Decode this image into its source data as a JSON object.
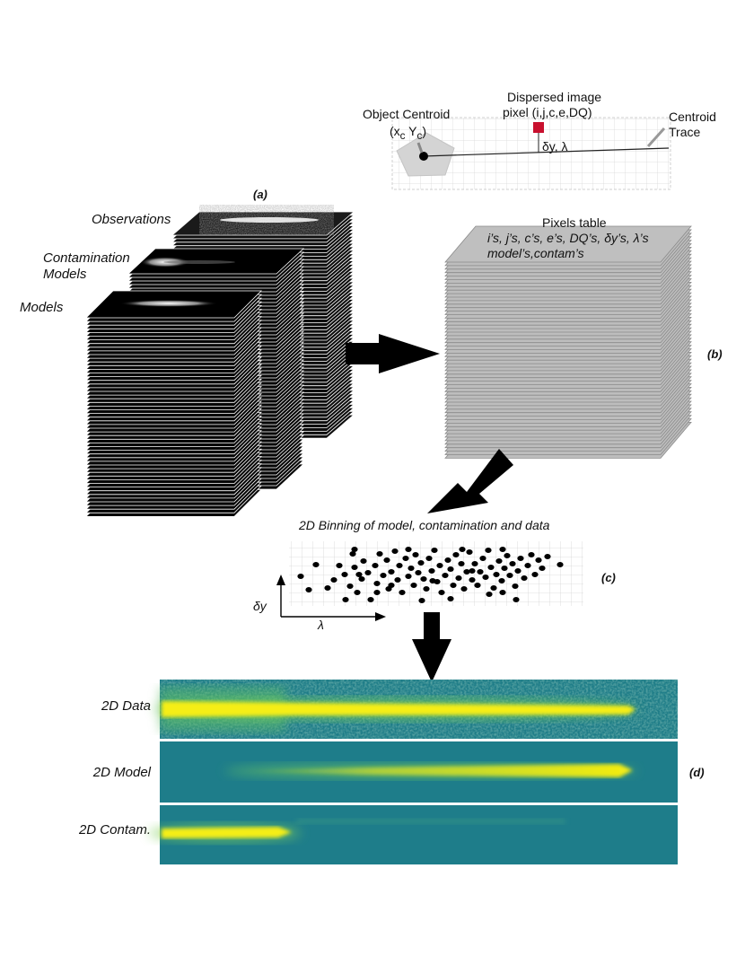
{
  "centroid_panel": {
    "object_centroid_label": "Object Centroid",
    "object_centroid_coords": "(x",
    "xc_sub": "c",
    "yc_main": "Y",
    "yc_sub": "c",
    "yc_close": ")",
    "dispersed_label_line1": "Dispersed image",
    "dispersed_label_line2": "pixel (i,j,c,e,DQ)",
    "dy_lambda": "δy, λ",
    "centroid_trace_line1": "Centroid",
    "centroid_trace_line2": "Trace",
    "pixel_color": "#c8102e"
  },
  "panel_a": {
    "tag": "(a)",
    "observations_label": "Observations",
    "contamination_label_line1": "Contamination",
    "contamination_label_line2": "Models",
    "models_label": "Models"
  },
  "panel_b": {
    "tag": "(b)",
    "title": "Pixels table",
    "row1": "i’s, j’s, c’s, e’s, DQ’s, δy’s, λ’s",
    "row2": "model’s,contam’s"
  },
  "panel_c": {
    "tag": "(c)",
    "title": "2D Binning of model, contamination and data",
    "y_axis": "δy",
    "x_axis": "λ"
  },
  "panel_d": {
    "tag": "(d)",
    "data_label": "2D Data",
    "model_label": "2D Model",
    "contam_label": "2D Contam.",
    "bg_color": "#1e7d8a",
    "trace_color": "#f5ee12"
  }
}
